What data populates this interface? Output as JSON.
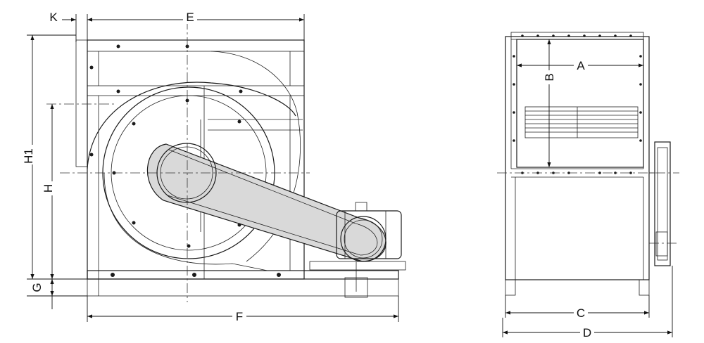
{
  "labels": {
    "K": "K",
    "E": "E",
    "H1": "H1",
    "H": "H",
    "G": "G",
    "F": "F",
    "A": "A",
    "B": "B",
    "C": "C",
    "D": "D"
  },
  "colors": {
    "line": "#1a1a1a",
    "fill": "#d9d9d9",
    "background": "#ffffff"
  }
}
